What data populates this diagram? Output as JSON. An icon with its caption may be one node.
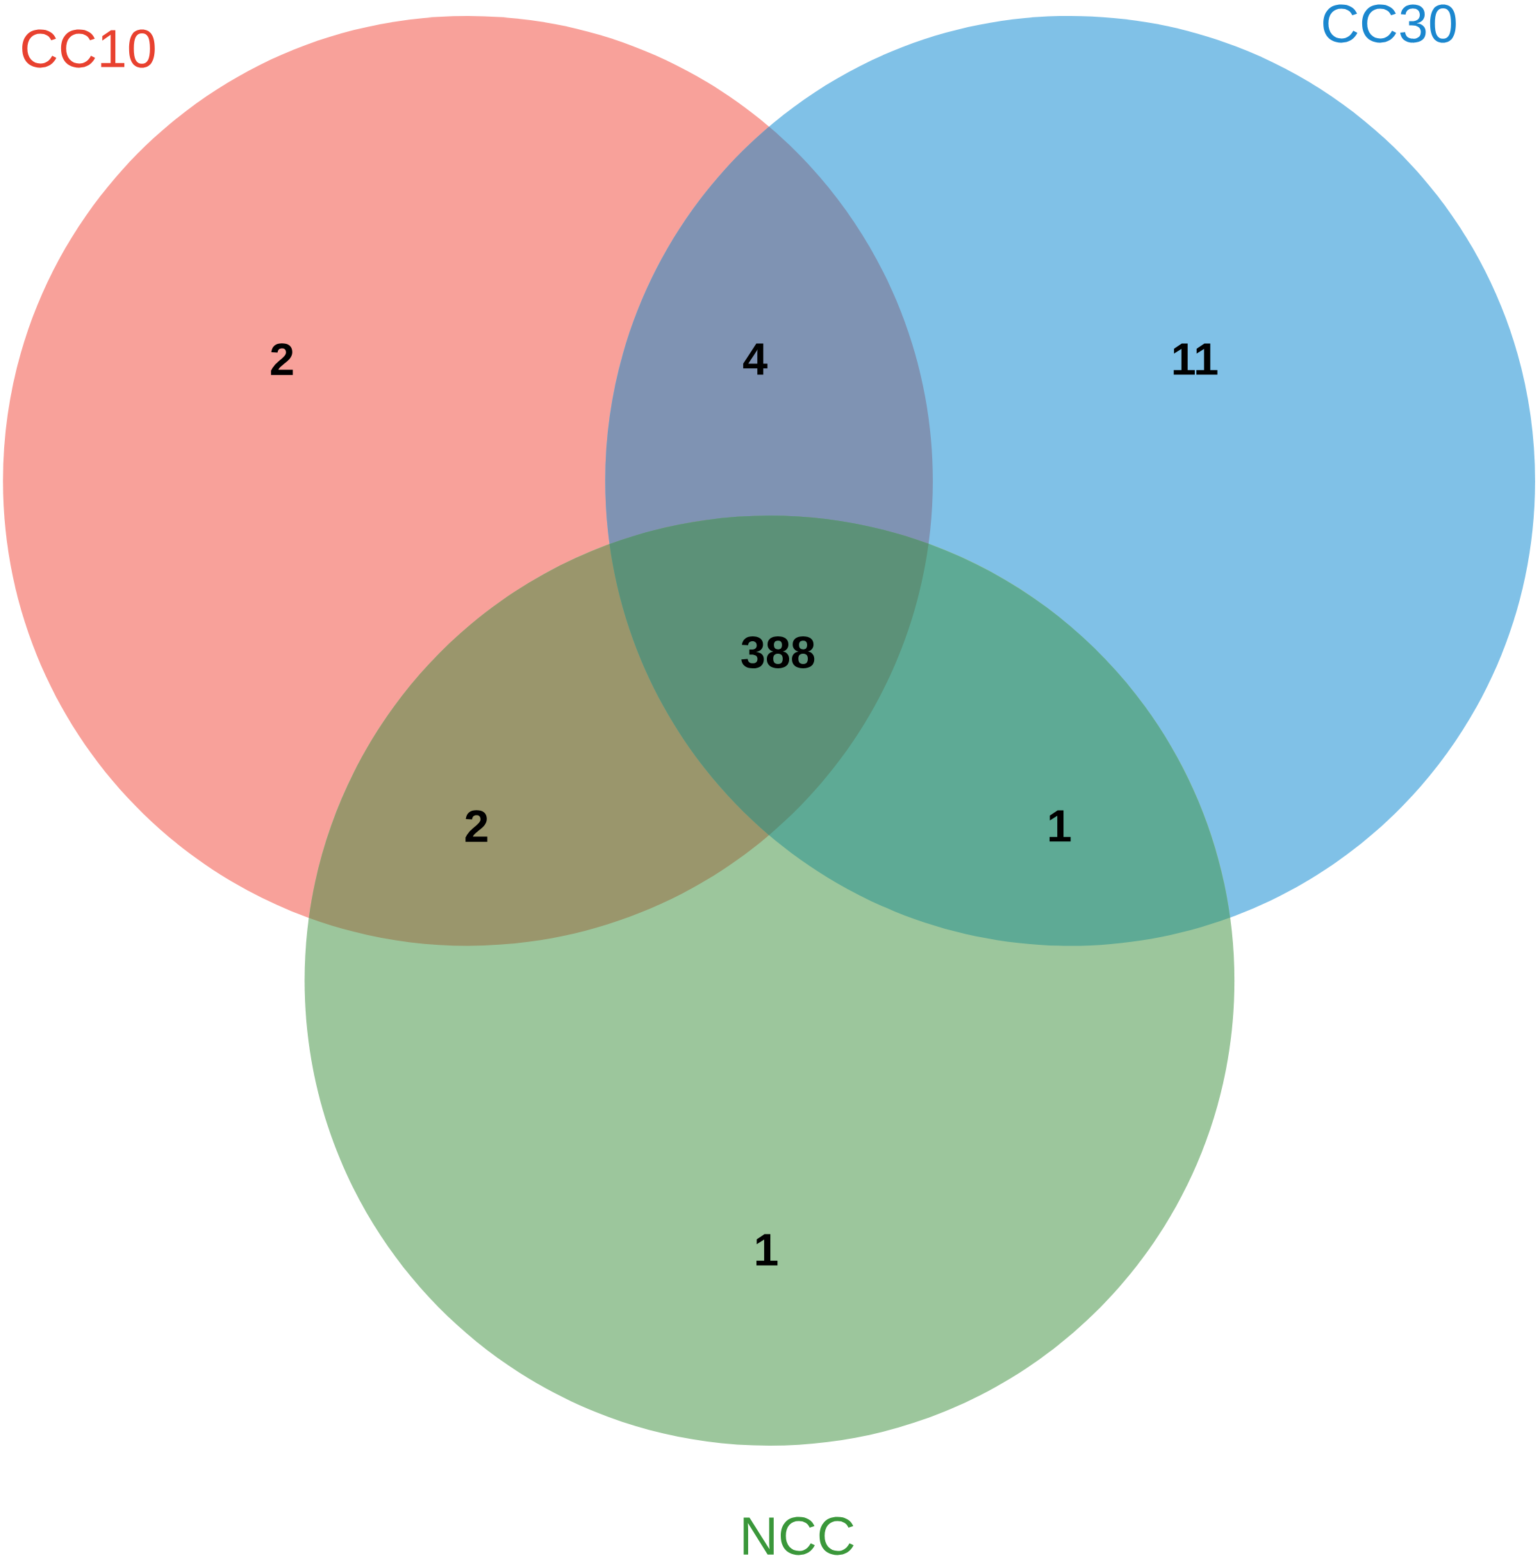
{
  "diagram": {
    "nodes": [
      {
        "text": [
          "CC10"
        ]
      },
      {
        "text": [
          "CC30"
        ]
      },
      {
        "text": [
          "NCC"
        ]
      }
    ],
    "labels": [
      "2",
      "4",
      "11",
      "388",
      "2",
      "1",
      "1"
    ]
  }
}
